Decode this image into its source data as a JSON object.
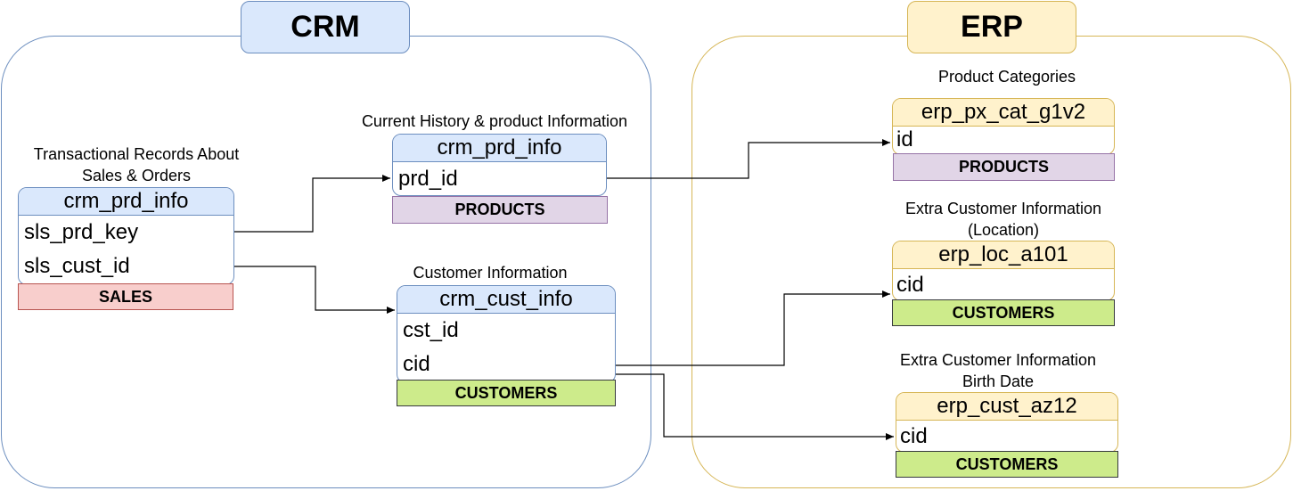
{
  "groups": {
    "crm": {
      "title": "CRM"
    },
    "erp": {
      "title": "ERP"
    }
  },
  "crm": {
    "sales_table": {
      "caption_line1": "Transactional Records About",
      "caption_line2": "Sales & Orders",
      "name": "crm_prd_info",
      "fields": [
        "sls_prd_key",
        "sls_cust_id"
      ],
      "tag": "SALES"
    },
    "product_table": {
      "caption": "Current History & product Information",
      "name": "crm_prd_info",
      "fields": [
        "prd_id"
      ],
      "tag": "PRODUCTS"
    },
    "customer_table": {
      "caption": "Customer Information",
      "name": "crm_cust_info",
      "fields": [
        "cst_id",
        "cid"
      ],
      "tag": "CUSTOMERS"
    }
  },
  "erp": {
    "category_table": {
      "caption": "Product Categories",
      "name": "erp_px_cat_g1v2",
      "fields": [
        "id"
      ],
      "tag": "PRODUCTS"
    },
    "location_table": {
      "caption_line1": "Extra Customer Information",
      "caption_line2": "(Location)",
      "name": "erp_loc_a101",
      "fields": [
        "cid"
      ],
      "tag": "CUSTOMERS"
    },
    "birth_table": {
      "caption_line1": "Extra Customer Information",
      "caption_line2": "Birth Date",
      "name": "erp_cust_az12",
      "fields": [
        "cid"
      ],
      "tag": "CUSTOMERS"
    }
  },
  "colors": {
    "crm_fill": "#dae8fc",
    "crm_stroke": "#6c8ebf",
    "erp_fill": "#fff2cc",
    "erp_stroke": "#d6b656",
    "products_fill": "#e1d5e7",
    "sales_fill": "#f8cecc",
    "customers_fill": "#cdeb8b"
  }
}
